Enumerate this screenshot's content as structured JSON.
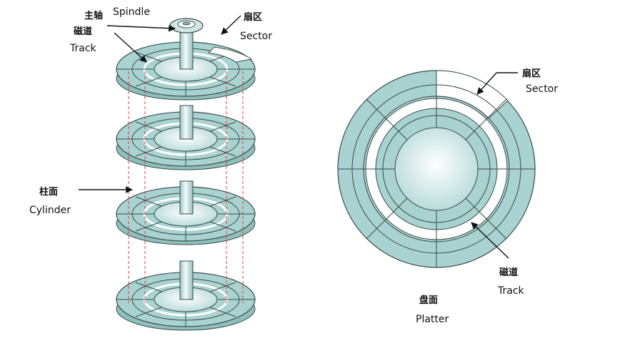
{
  "labels": {
    "spindle_cn": "主轴",
    "spindle_en": "Spindle",
    "sector_cn": "扇区",
    "sector_en": "Sector",
    "track_cn": "磁道",
    "track_en": "Track",
    "cylinder_cn": "柱面",
    "cylinder_en": "Cylinder",
    "sector2_cn": "扇区",
    "sector2_en": "Sector",
    "track2_cn": "磁道",
    "track2_en": "Track",
    "platter_cn": "盘面",
    "platter_en": "Platter"
  },
  "colors": {
    "platter_fill": "#a9d3d0",
    "platter_light": "#dcefee",
    "outline": "#3a4a4a",
    "cylinder_line": "#d04040",
    "highlight": "#ffffff"
  }
}
